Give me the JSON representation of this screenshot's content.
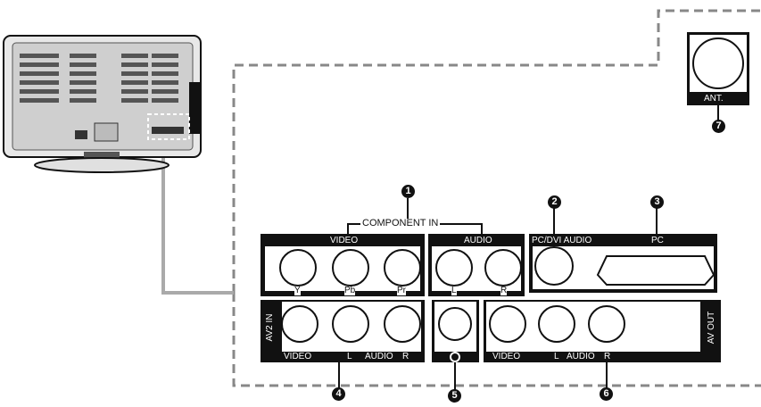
{
  "panel": {
    "component_in": "COMPONENT IN",
    "video_header": "VIDEO",
    "audio_header": "AUDIO",
    "pcdvi_audio": "PC/DVI AUDIO",
    "pc": "PC",
    "jack_y": "Y",
    "jack_pb": "Pb",
    "jack_pr": "Pr",
    "jack_l": "L",
    "jack_r": "R",
    "av2_in": "AV2 IN",
    "av2_video": "VIDEO",
    "av2_l": "L",
    "av2_audio": "AUDIO",
    "av2_r": "R",
    "avout": "AV OUT",
    "avout_video": "VIDEO",
    "avout_l": "L",
    "avout_audio": "AUDIO",
    "avout_r": "R",
    "ant": "ANT."
  },
  "callouts": [
    "1",
    "2",
    "3",
    "4",
    "5",
    "6",
    "7"
  ],
  "colors": {
    "panel": "#111111",
    "line": "#888888",
    "tv_body": "#d8d8d8"
  }
}
